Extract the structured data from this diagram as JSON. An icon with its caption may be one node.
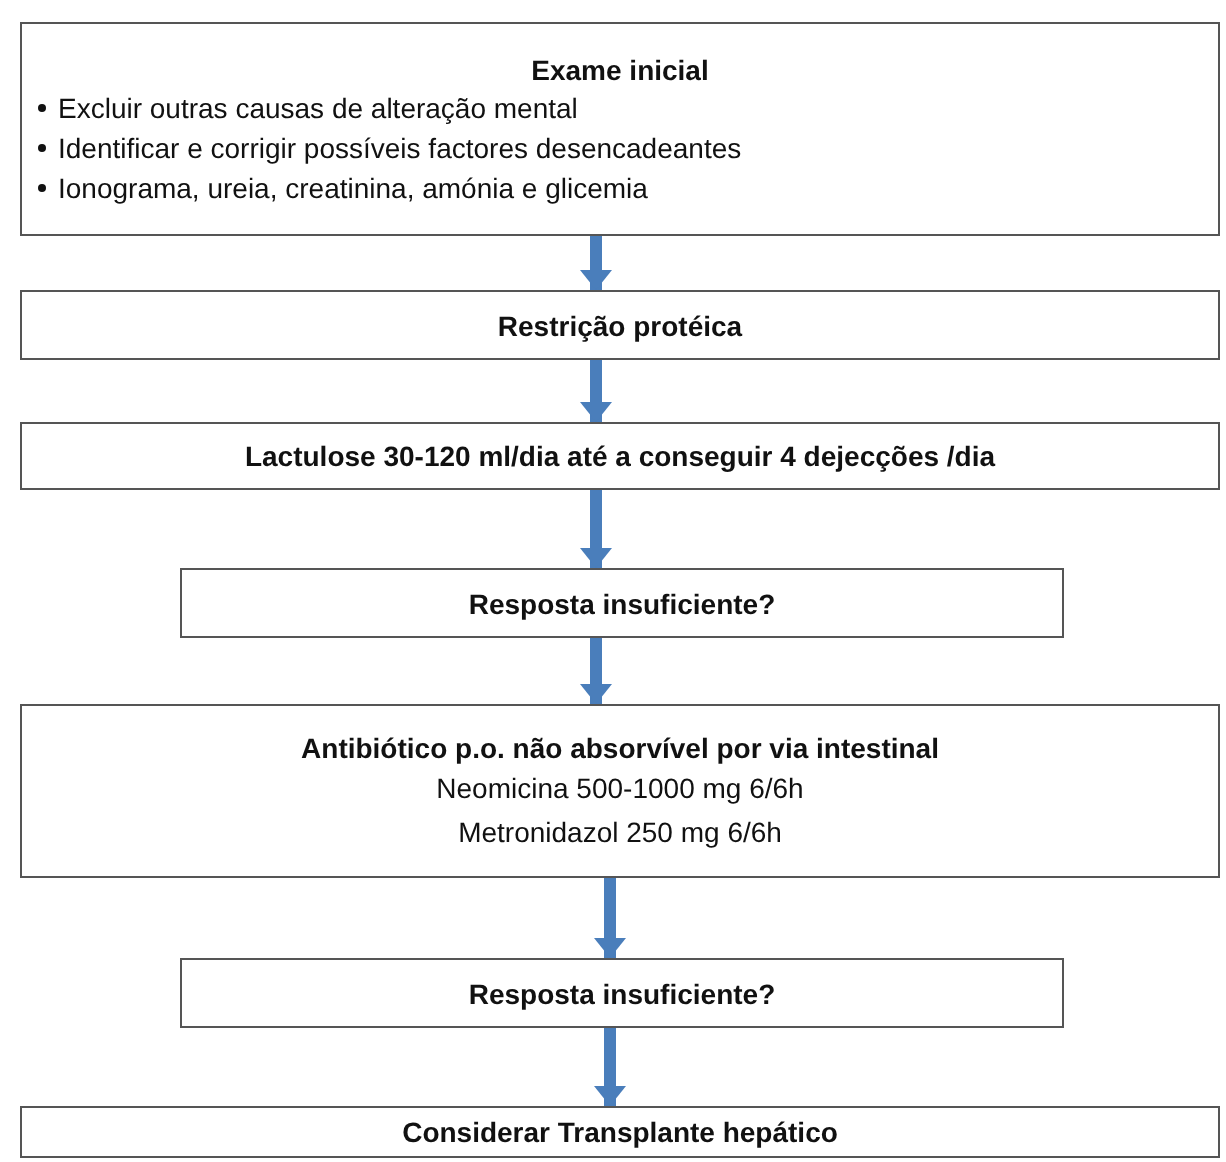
{
  "diagram": {
    "nodes": [
      {
        "text": [
          "Exame inicial",
          "Excluir outras causas de alteração mental",
          "Identificar e corrigir possíveis factores desencadeantes",
          "Ionograma, ureia, creatinina, amónia e glicemia"
        ]
      },
      {
        "text": [
          "Restrição protéica"
        ]
      },
      {
        "text": [
          "Lactulose 30-120 ml/dia até a conseguir 4 dejecções /dia"
        ]
      },
      {
        "text": [
          "Resposta insuficiente?"
        ]
      },
      {
        "text": [
          "Antibiótico p.o. não absorvível por via intestinal",
          "Neomicina 500-1000 mg 6/6h",
          "Metronidazol 250 mg 6/6h"
        ]
      },
      {
        "text": [
          "Resposta insuficiente?"
        ]
      },
      {
        "text": [
          "Considerar Transplante hepático"
        ]
      }
    ],
    "edges": [
      {
        "from": 0,
        "to": 1,
        "arrow": "to"
      },
      {
        "from": 1,
        "to": 2,
        "arrow": "to"
      },
      {
        "from": 2,
        "to": 3,
        "arrow": "to"
      },
      {
        "from": 3,
        "to": 4,
        "arrow": "to"
      },
      {
        "from": 4,
        "to": 5,
        "arrow": "to"
      },
      {
        "from": 5,
        "to": 6,
        "arrow": "to"
      }
    ]
  }
}
